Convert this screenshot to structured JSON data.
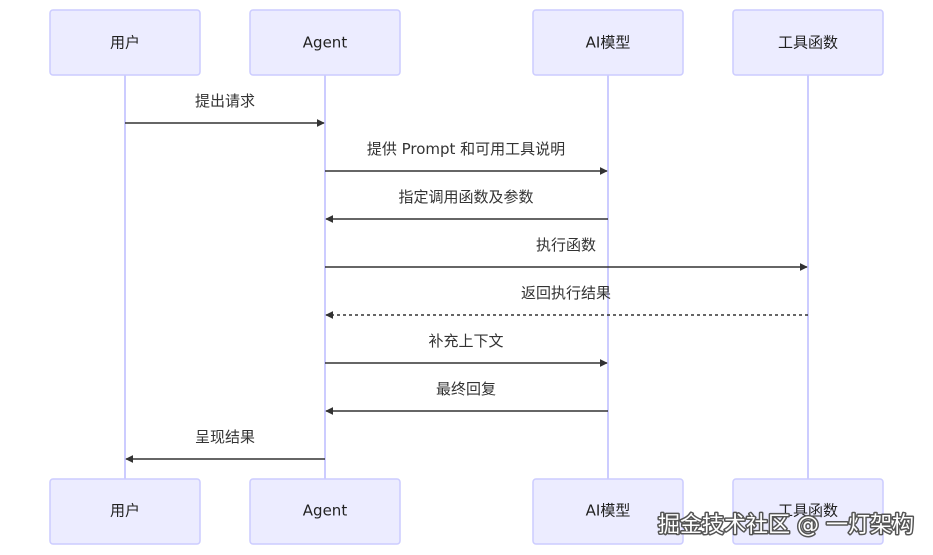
{
  "actors": [
    {
      "id": "user",
      "label": "用户"
    },
    {
      "id": "agent",
      "label": "Agent"
    },
    {
      "id": "model",
      "label": "AI模型"
    },
    {
      "id": "tools",
      "label": "工具函数"
    }
  ],
  "messages": [
    {
      "from": "user",
      "to": "agent",
      "label": "提出请求",
      "style": "solid"
    },
    {
      "from": "agent",
      "to": "model",
      "label": "提供 Prompt 和可用工具说明",
      "style": "solid"
    },
    {
      "from": "model",
      "to": "agent",
      "label": "指定调用函数及参数",
      "style": "solid"
    },
    {
      "from": "agent",
      "to": "tools",
      "label": "执行函数",
      "style": "solid"
    },
    {
      "from": "tools",
      "to": "agent",
      "label": "返回执行结果",
      "style": "dashed"
    },
    {
      "from": "agent",
      "to": "model",
      "label": "补充上下文",
      "style": "solid"
    },
    {
      "from": "model",
      "to": "agent",
      "label": "最终回复",
      "style": "solid"
    },
    {
      "from": "agent",
      "to": "user",
      "label": "呈现结果",
      "style": "solid"
    }
  ],
  "watermark": "掘金技术社区 @ 一灯架构",
  "colors": {
    "actor_fill": "#ECECFF",
    "actor_border": "#CCCCFF",
    "lifeline": "#CCCCFF",
    "message_line": "#333333",
    "text": "#333333"
  }
}
